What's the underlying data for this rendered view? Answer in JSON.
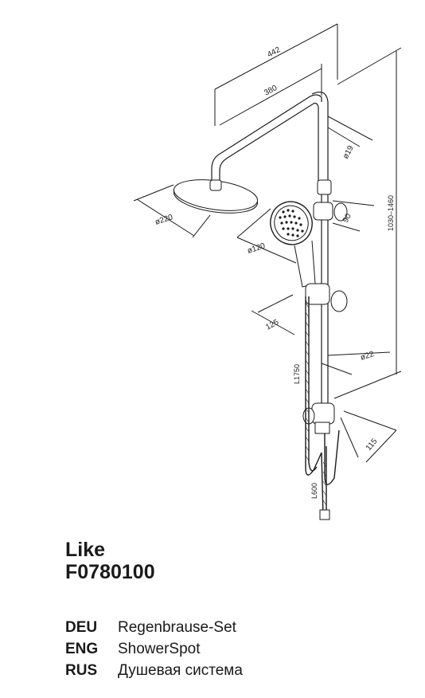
{
  "drawing": {
    "dimensions": {
      "overall_width": "442",
      "arm_length": "380",
      "pipe_diameter": "ø19",
      "head_diameter": "ø220",
      "holder_height": "90",
      "hand_shower_diameter": "ø120",
      "slider_height": "125",
      "bar_diameter": "ø22",
      "height_range": "1030–1460",
      "hose_long": "L1750",
      "bottom_bracket": "115",
      "hose_short": "L600"
    },
    "colors": {
      "line": "#1a1a1a",
      "fill": "#ffffff"
    }
  },
  "product": {
    "name": "Like",
    "code": "F0780100"
  },
  "languages": [
    {
      "code": "DEU",
      "label": "Regenbrause-Set"
    },
    {
      "code": "ENG",
      "label": "ShowerSpot"
    },
    {
      "code": "RUS",
      "label": "Душевая система"
    }
  ]
}
